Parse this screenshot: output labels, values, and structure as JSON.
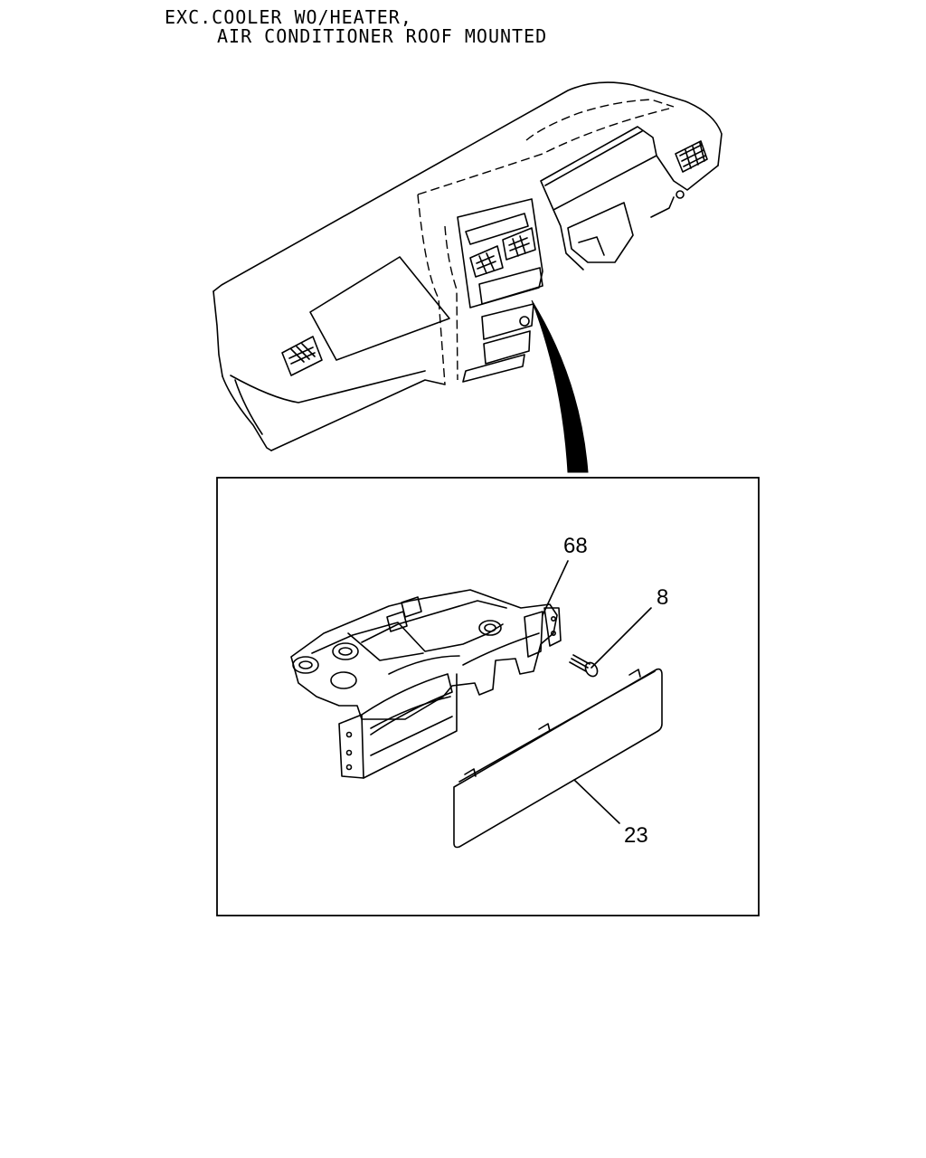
{
  "header": {
    "line1": "EXC.COOLER WO/HEATER,",
    "line2": "AIR CONDITIONER ROOF MOUNTED"
  },
  "callouts": {
    "bracket": "68",
    "screw": "8",
    "panel": "23"
  }
}
